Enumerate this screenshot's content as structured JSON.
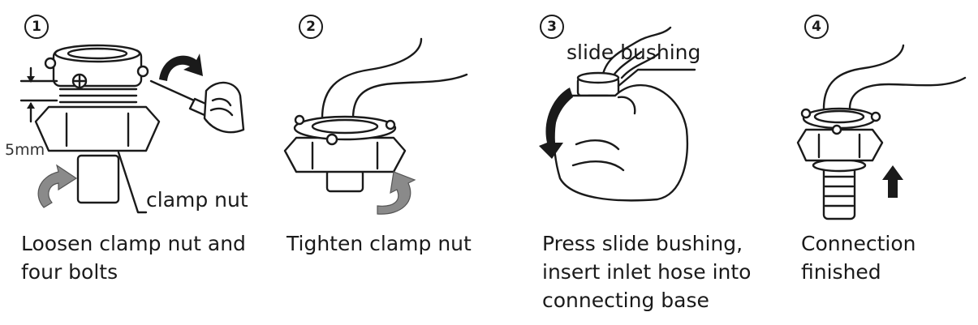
{
  "steps": [
    {
      "number": "1",
      "caption_lines": [
        "Loosen clamp nut and",
        "four bolts"
      ],
      "labels": {
        "clamp_nut": "clamp nut",
        "gap": "5mm"
      }
    },
    {
      "number": "2",
      "caption_lines": [
        "Tighten clamp nut"
      ]
    },
    {
      "number": "3",
      "caption_lines": [
        "Press slide bushing,",
        "insert inlet hose into",
        "connecting base"
      ],
      "labels": {
        "slide_bushing": "slide bushing"
      }
    },
    {
      "number": "4",
      "caption_lines": [
        "Connection",
        "finished"
      ]
    }
  ]
}
